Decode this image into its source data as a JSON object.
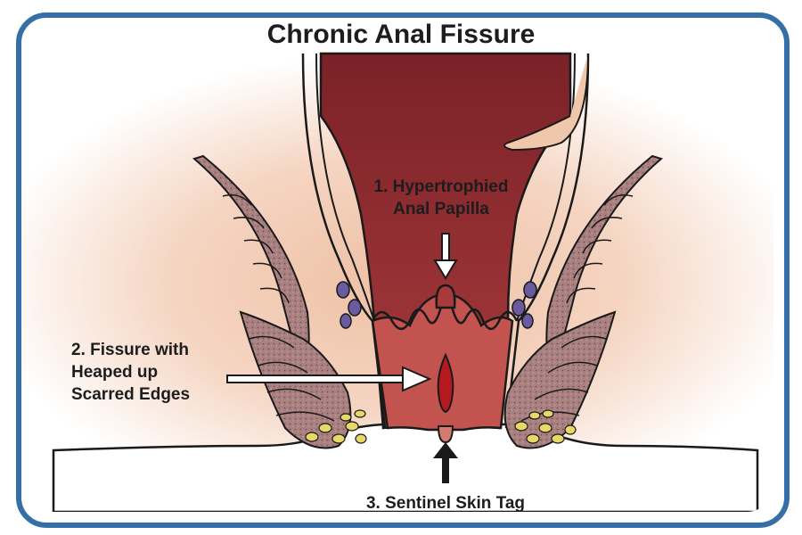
{
  "title": "Chronic Anal Fissure",
  "labels": {
    "papilla": {
      "line1": "1. Hypertrophied",
      "line2": "Anal Papilla"
    },
    "fissure": {
      "line1": "2. Fissure with",
      "line2": "Heaped up",
      "line3": "Scarred Edges"
    },
    "skin_tag": "3. Sentinel Skin Tag"
  },
  "colors": {
    "frame": "#3470a6",
    "lumen": "#8b2a2e",
    "fissure": "#b3191e",
    "muscle": "#b08888",
    "fat": "#e8d868",
    "skin": "#f1c7ab",
    "outline": "#1a1a1a"
  }
}
